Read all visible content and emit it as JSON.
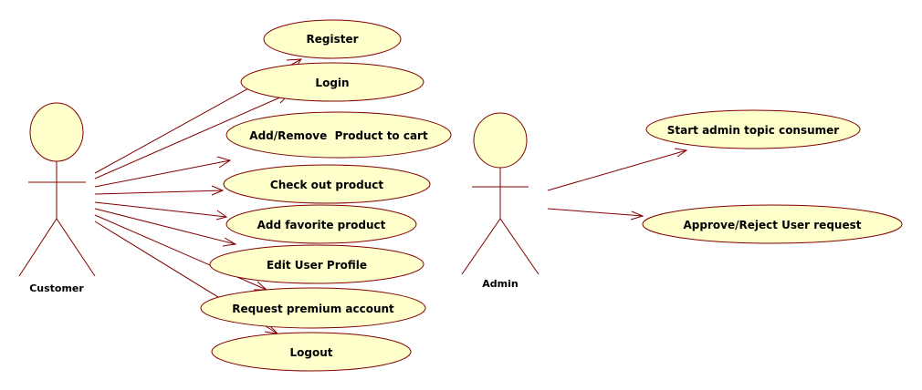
{
  "colors": {
    "fill": "#ffffcc",
    "stroke": "#800000",
    "text": "#000000"
  },
  "actors": {
    "customer": {
      "label": "Customer"
    },
    "admin": {
      "label": "Admin"
    }
  },
  "use_cases": {
    "register": "Register",
    "login": "Login",
    "add_remove_product": "Add/Remove  Product to cart",
    "check_out_product": "Check out product",
    "add_favorite_product": "Add favorite product",
    "edit_user_profile": "Edit User Profile",
    "request_premium_account": "Request premium account",
    "logout": "Logout",
    "start_admin_topic_consumer": "Start admin topic consumer",
    "approve_reject_user_request": "Approve/Reject User request"
  }
}
